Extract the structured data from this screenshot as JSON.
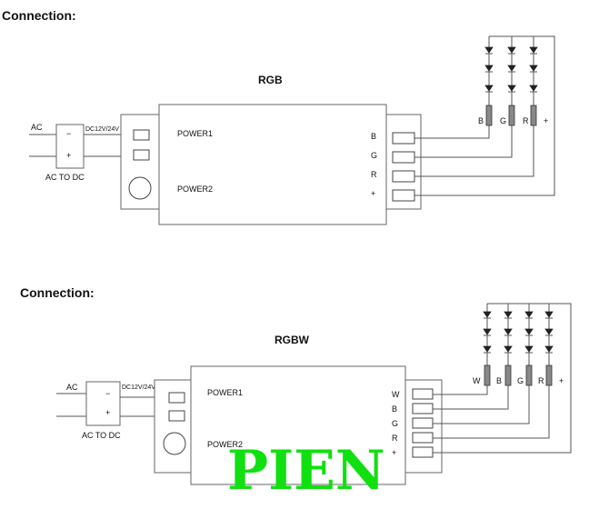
{
  "top": {
    "heading": "Connection:",
    "title": "RGB",
    "ac_label": "AC",
    "minus": "−",
    "plus": "+",
    "dc_label": "DC12V/24V",
    "ac_to_dc": "AC TO DC",
    "power1": "POWER1",
    "power2": "POWER2",
    "channels": [
      "B",
      "G",
      "R",
      "+"
    ],
    "led_labels": [
      "B",
      "G",
      "R",
      "+"
    ]
  },
  "bottom": {
    "heading": "Connection:",
    "title": "RGBW",
    "ac_label": "AC",
    "minus": "−",
    "plus": "+",
    "dc_label": "DC12V/24V",
    "ac_to_dc": "AC TO DC",
    "power1": "POWER1",
    "power2": "POWER2",
    "channels": [
      "W",
      "B",
      "G",
      "R",
      "+"
    ],
    "led_labels": [
      "W",
      "B",
      "G",
      "R",
      "+"
    ]
  },
  "watermark": "PIEN",
  "colors": {
    "watermark": "#10e010",
    "line": "#555555"
  }
}
